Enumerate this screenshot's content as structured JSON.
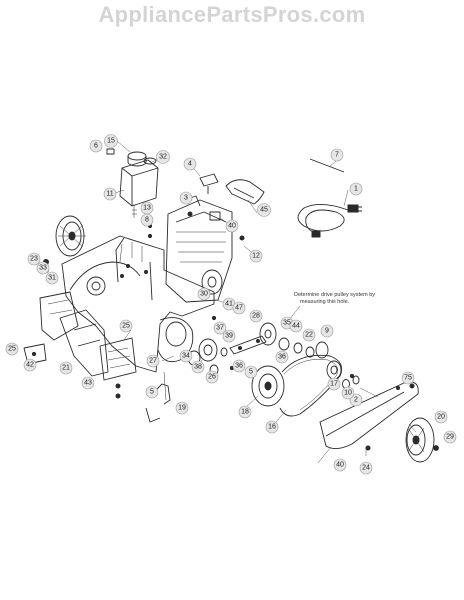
{
  "watermark": "AppliancePartsPros.com",
  "note_lines": [
    "Determine drive pulley system by",
    "measuring this hole."
  ],
  "callouts": [
    {
      "label": "1"
    },
    {
      "label": "2"
    },
    {
      "label": "3"
    },
    {
      "label": "4"
    },
    {
      "label": "5"
    },
    {
      "label": "5"
    },
    {
      "label": "6"
    },
    {
      "label": "7"
    },
    {
      "label": "8"
    },
    {
      "label": "9"
    },
    {
      "label": "10"
    },
    {
      "label": "11"
    },
    {
      "label": "12"
    },
    {
      "label": "13"
    },
    {
      "label": "15"
    },
    {
      "label": "16"
    },
    {
      "label": "17"
    },
    {
      "label": "18"
    },
    {
      "label": "19"
    },
    {
      "label": "20"
    },
    {
      "label": "21"
    },
    {
      "label": "22"
    },
    {
      "label": "23"
    },
    {
      "label": "24"
    },
    {
      "label": "25"
    },
    {
      "label": "25"
    },
    {
      "label": "26"
    },
    {
      "label": "27"
    },
    {
      "label": "28"
    },
    {
      "label": "29"
    },
    {
      "label": "30"
    },
    {
      "label": "31"
    },
    {
      "label": "32"
    },
    {
      "label": "33"
    },
    {
      "label": "34"
    },
    {
      "label": "35"
    },
    {
      "label": "36"
    },
    {
      "label": "36"
    },
    {
      "label": "37"
    },
    {
      "label": "38"
    },
    {
      "label": "39"
    },
    {
      "label": "40"
    },
    {
      "label": "40"
    },
    {
      "label": "41"
    },
    {
      "label": "42"
    },
    {
      "label": "43"
    },
    {
      "label": "44"
    },
    {
      "label": "45"
    },
    {
      "label": "47"
    },
    {
      "label": "75"
    }
  ]
}
